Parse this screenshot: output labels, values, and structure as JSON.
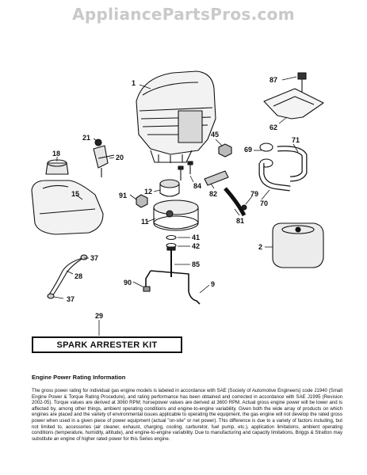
{
  "watermark": "AppliancePartsPros.com",
  "callouts": {
    "c1": "1",
    "c87": "87",
    "c62": "62",
    "c21": "21",
    "c20": "20",
    "c45": "45",
    "c69": "69",
    "c71": "71",
    "c18": "18",
    "c15": "15",
    "c12": "12",
    "c84": "84",
    "c91": "91",
    "c82": "82",
    "c79": "79",
    "c70": "70",
    "c11": "11",
    "c81": "81",
    "c41": "41",
    "c42": "42",
    "c2": "2",
    "c85": "85",
    "c37a": "37",
    "c28": "28",
    "c37b": "37",
    "c90": "90",
    "c9": "9",
    "c29": "29"
  },
  "kit_label": "SPARK ARRESTER KIT",
  "info": {
    "title": "Engine Power Rating Information",
    "body": "The gross power rating for individual gas engine models is labeled in accordance with SAE (Society of Automotive Engineers) code J1940 (Small Engine Power & Torque Rating Procedure), and rating performance has been obtained and corrected in accordance with SAE J1995 (Revision 2002-05). Torque values are derived at 3060 RPM; horsepower values are derived at 3600 RPM. Actual gross engine power will be lower and is affected by, among other things, ambient operating conditions and engine-to-engine variability. Given both the wide array of products on which engines are placed and the variety of environmental issues applicable to operating the equipment, the gas engine will not develop the rated gross power when used in a given piece of power equipment (actual \"on-site\" or net power). This difference is due to a variety of factors including, but not limited to, accessories (air cleaner, exhaust, charging, cooling, carburetor, fuel pump, etc.), application limitations, ambient operating conditions (temperature, humidity, altitude), and engine-to-engine variability. Due to manufacturing and capacity limitations, Briggs & Stratton may substitute an engine of higher rated power for this Series engine."
  }
}
